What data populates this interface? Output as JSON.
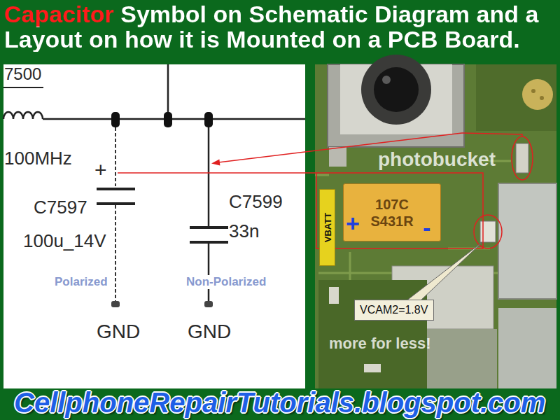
{
  "diagram": {
    "title": "Capacitor Symbol on Schematic Diagram and a Layout on how it is Mounted on a PCB Board.",
    "caption": "CellphoneRepairTutorials.blogspot.com",
    "nodes": [
      {
        "text": [
          "VBATT"
        ]
      },
      {
        "text": [
          "107C S431R"
        ]
      },
      {
        "text": [
          "VCAM2=1.8V"
        ]
      }
    ],
    "labels": [
      "7500",
      "100MHz",
      "+",
      "C7597",
      "100u_14V",
      "C7599",
      "33n",
      "Polarized",
      "Non-Polarized",
      "GND",
      "GND",
      "+",
      "-",
      "photobucket",
      "more for less!"
    ]
  }
}
